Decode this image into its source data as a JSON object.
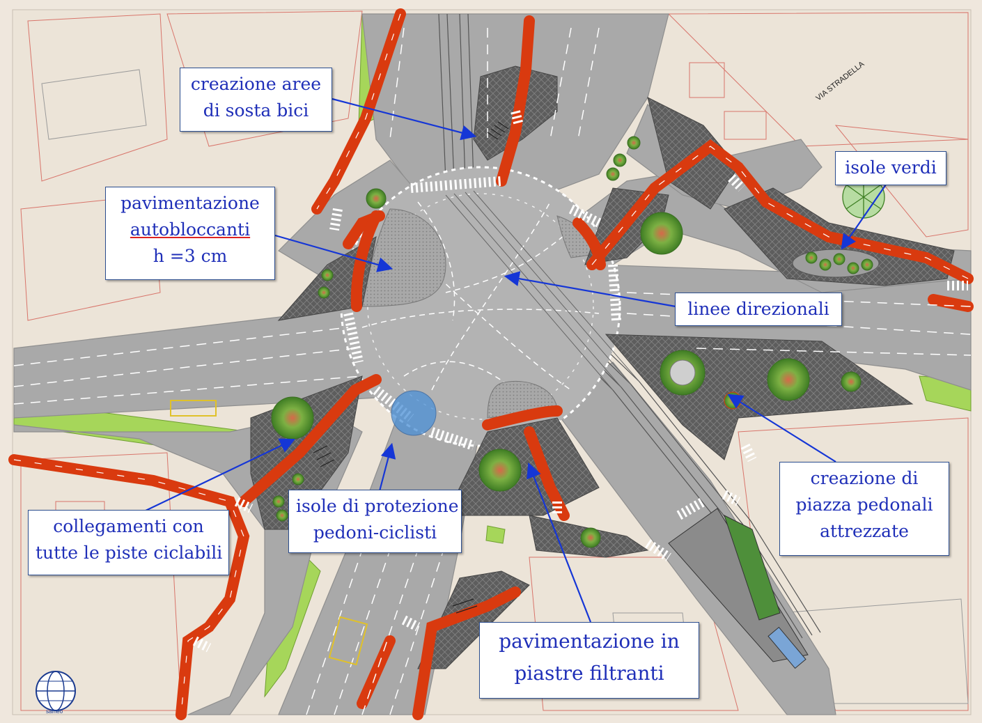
{
  "street_label": "VIA STRADELLA",
  "logo_text": "sameo",
  "callouts": {
    "sosta_bici": [
      "creazione aree",
      "di sosta bici"
    ],
    "pavimentazione_auto": [
      "pavimentazione",
      "autobloccanti",
      "h =3 cm"
    ],
    "isole_verdi": [
      "isole verdi"
    ],
    "linee_direzionali": [
      "linee direzionali"
    ],
    "piazza_pedonali": [
      "creazione di",
      "piazza pedonali",
      "attrezzate"
    ],
    "collegamenti": [
      "collegamenti con",
      "tutte le piste ciclabili"
    ],
    "isole_protezione": [
      "isole di protezione",
      "pedoni-ciclisti"
    ],
    "piastre_filtranti": [
      "pavimentazione in",
      "piastre filtranti"
    ]
  },
  "colors": {
    "road": "#a9a9a9",
    "roundabout": "#b3b3b3",
    "cycle_lane": "#d93a0f",
    "paving": "#6a6a6a",
    "green": "#a6d65a",
    "arrow": "#1536d6",
    "callout_text": "#1f2fb8"
  }
}
